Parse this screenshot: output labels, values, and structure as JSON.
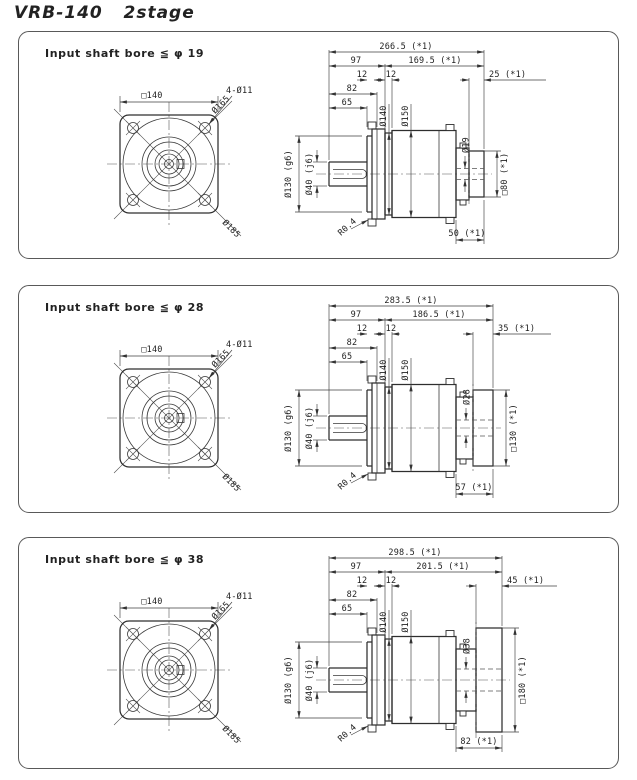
{
  "title": "VRB-140   2stage",
  "colors": {
    "accent_red": "#f2437c",
    "line": "#3a3a3a"
  },
  "panels": [
    {
      "note": "Input shaft bore ≦ φ 19",
      "front": {
        "square": "□140",
        "holes": "4-Ø11",
        "bolt_circle": "Ø165",
        "outer": "Ø185"
      },
      "side": {
        "total": "266.5 (*1)",
        "front_len": "97",
        "rear_len": "169.5 (*1)",
        "step1": "12",
        "step2": "12",
        "len82": "82",
        "len65": "65",
        "dia140": "Ø140",
        "dia150": "Ø150",
        "pilot": "Ø130 (g6)",
        "shaft": "Ø40 (j6)",
        "fillet": "R0.4",
        "plate": "25 (*1)",
        "bore": "Ø19",
        "motor_flange": "□80 (*1)",
        "adapter": "50 (*1)"
      }
    },
    {
      "note": "Input shaft bore ≦ φ 28",
      "front": {
        "square": "□140",
        "holes": "4-Ø11",
        "bolt_circle": "Ø165",
        "outer": "Ø185"
      },
      "side": {
        "total": "283.5 (*1)",
        "front_len": "97",
        "rear_len": "186.5 (*1)",
        "step1": "12",
        "step2": "12",
        "len82": "82",
        "len65": "65",
        "dia140": "Ø140",
        "dia150": "Ø150",
        "pilot": "Ø130 (g6)",
        "shaft": "Ø40 (j6)",
        "fillet": "R0.4",
        "plate": "35 (*1)",
        "bore": "Ø28",
        "motor_flange": "□130 (*1)",
        "adapter": "57 (*1)"
      }
    },
    {
      "note": "Input shaft bore ≦ φ 38",
      "front": {
        "square": "□140",
        "holes": "4-Ø11",
        "bolt_circle": "Ø165",
        "outer": "Ø185"
      },
      "side": {
        "total": "298.5 (*1)",
        "front_len": "97",
        "rear_len": "201.5 (*1)",
        "step1": "12",
        "step2": "12",
        "len82": "82",
        "len65": "65",
        "dia140": "Ø140",
        "dia150": "Ø150",
        "pilot": "Ø130 (g6)",
        "shaft": "Ø40 (j6)",
        "fillet": "R0.4",
        "plate": "45 (*1)",
        "bore": "Ø38",
        "motor_flange": "□180 (*1)",
        "adapter": "82 (*1)"
      }
    }
  ]
}
